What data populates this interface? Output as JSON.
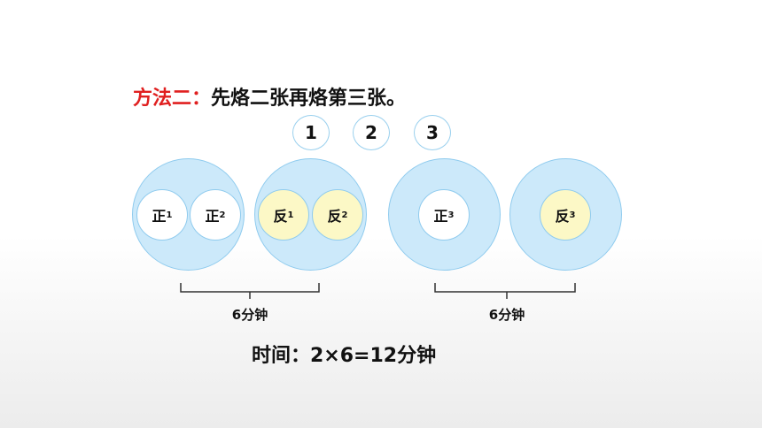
{
  "title": {
    "method": "方法二：",
    "description": "先烙二张再烙第三张。"
  },
  "numbers": [
    "1",
    "2",
    "3"
  ],
  "step1": {
    "cakes": [
      {
        "label": "正",
        "sub": "1"
      },
      {
        "label": "正",
        "sub": "2"
      }
    ]
  },
  "step2": {
    "cakes": [
      {
        "label": "反",
        "sub": "1"
      },
      {
        "label": "反",
        "sub": "2"
      }
    ]
  },
  "step3": {
    "cakes": [
      {
        "label": "正",
        "sub": "3"
      }
    ]
  },
  "step4": {
    "cakes": [
      {
        "label": "反",
        "sub": "3"
      }
    ]
  },
  "durations": [
    "6分钟",
    "6分钟"
  ],
  "total": "时间：2×6=12分钟",
  "colors": {
    "method": "#e02020",
    "pan": "#cce9fa",
    "pan_border": "#8fcbee",
    "cake_back": "#fcf8c6",
    "cake_front": "#ffffff"
  }
}
